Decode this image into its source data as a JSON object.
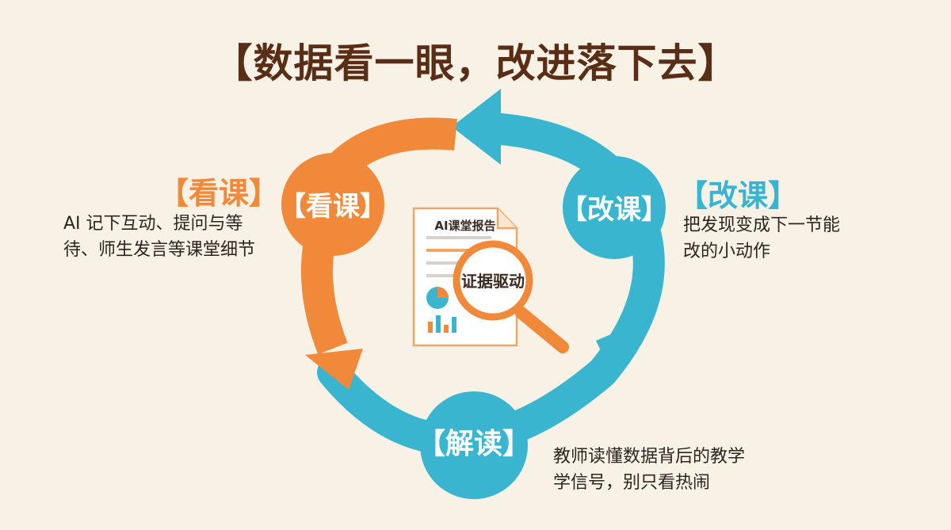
{
  "title": "【数据看一眼，改进落下去】",
  "colors": {
    "orange": "#f08a3a",
    "blue": "#3ab5d0",
    "title": "#5a2e16",
    "background": "#f8f2e6"
  },
  "nodes": {
    "watch": {
      "circle_label": "【看课】",
      "side_title": "【看课】",
      "desc_line1": "AI 记下互动、提问与等",
      "desc_line2": "待、师生发言等课堂细节"
    },
    "improve": {
      "circle_label": "【改课】",
      "side_title": "【改课】",
      "desc_line1": "把发现变成下一节能",
      "desc_line2": "改的小动作"
    },
    "interpret": {
      "circle_label": "【解读】",
      "desc_line1": "教师读懂数据背后的教学",
      "desc_line2": "学信号，别只看热闹"
    }
  },
  "center": {
    "report_title": "AI课堂报告",
    "magnifier_label": "证据驱动",
    "report_icon": "document-icon",
    "magnifier_icon": "magnifier-icon"
  }
}
